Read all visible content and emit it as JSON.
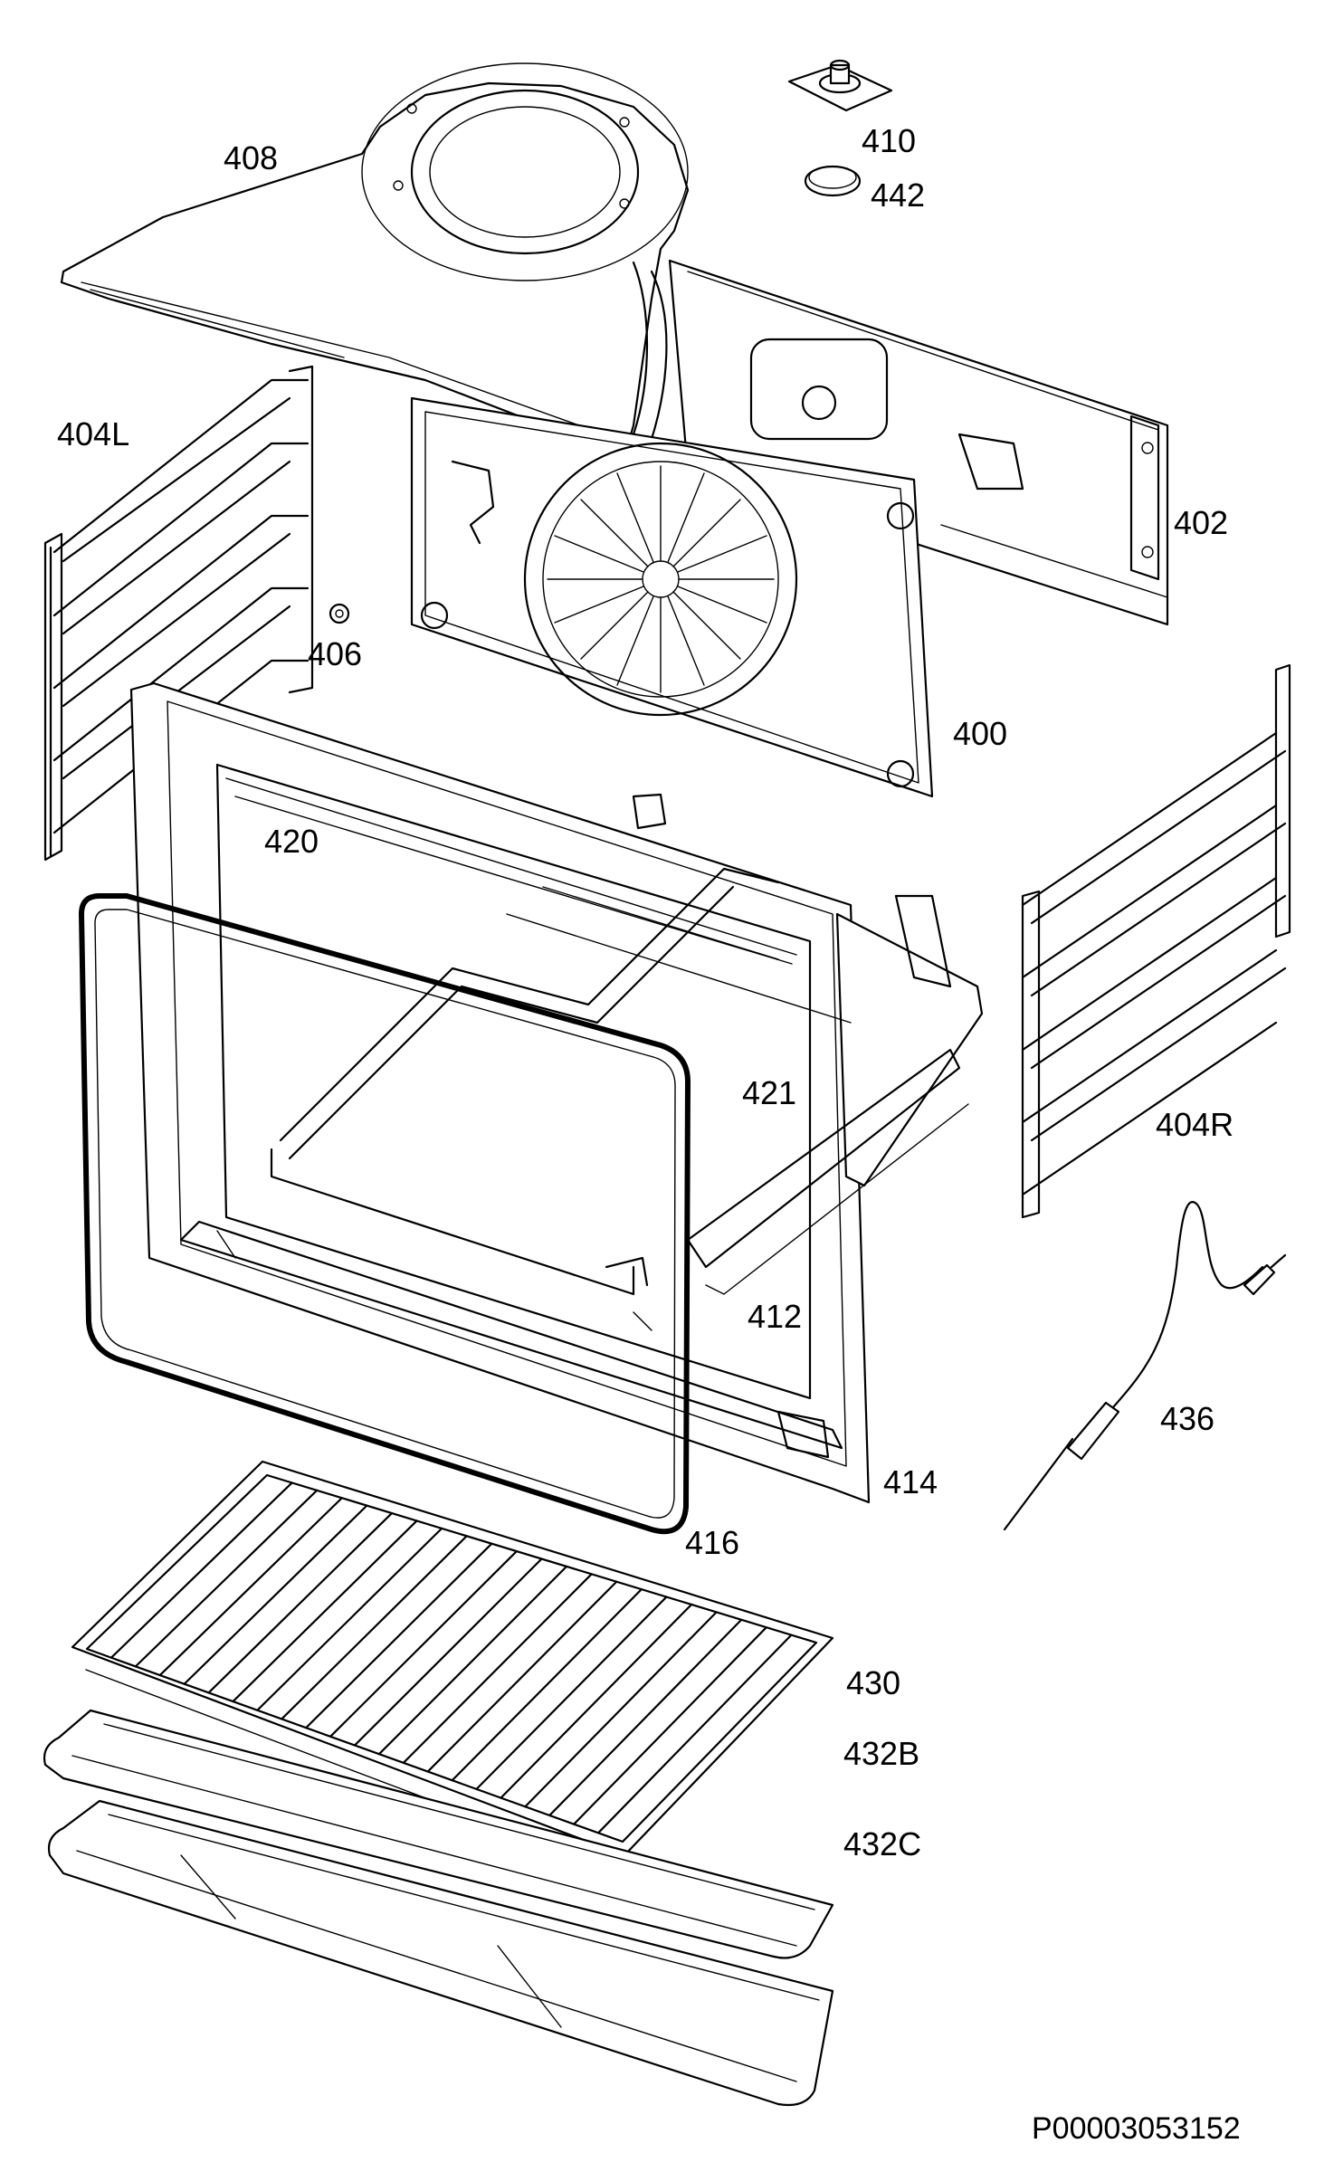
{
  "diagram": {
    "parts": [
      {
        "id": "p408",
        "label": "408"
      },
      {
        "id": "p410",
        "label": "410"
      },
      {
        "id": "p442",
        "label": "442"
      },
      {
        "id": "p404L",
        "label": "404L"
      },
      {
        "id": "p402",
        "label": "402"
      },
      {
        "id": "p406",
        "label": "406"
      },
      {
        "id": "p400",
        "label": "400"
      },
      {
        "id": "p420",
        "label": "420"
      },
      {
        "id": "p421",
        "label": "421"
      },
      {
        "id": "p404R",
        "label": "404R"
      },
      {
        "id": "p412",
        "label": "412"
      },
      {
        "id": "p436",
        "label": "436"
      },
      {
        "id": "p414",
        "label": "414"
      },
      {
        "id": "p416",
        "label": "416"
      },
      {
        "id": "p430",
        "label": "430"
      },
      {
        "id": "p432B",
        "label": "432B"
      },
      {
        "id": "p432C",
        "label": "432C"
      }
    ],
    "drawing_code": "P00003053152"
  }
}
